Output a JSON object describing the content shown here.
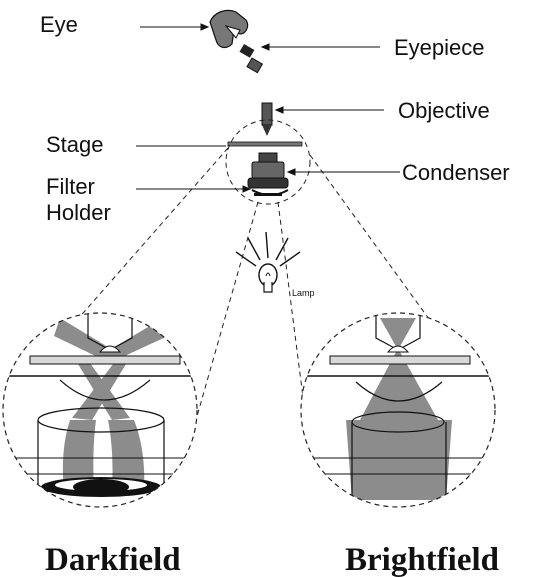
{
  "labels": {
    "eye": "Eye",
    "eyepiece": "Eyepiece",
    "objective": "Objective",
    "stage": "Stage",
    "condenser": "Condenser",
    "filter_holder_line1": "Filter",
    "filter_holder_line2": "Holder",
    "lamp": "Lamp"
  },
  "captions": {
    "darkfield": "Darkfield",
    "brightfield": "Brightfield"
  },
  "colors": {
    "ink": "#111111",
    "light_beam": "#8c8c8c",
    "stage_fill": "#d9d9d9"
  }
}
